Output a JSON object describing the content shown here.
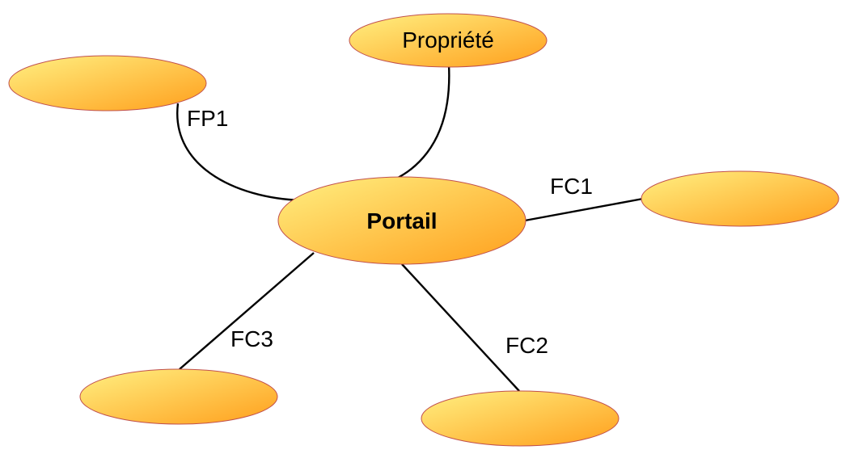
{
  "diagram": {
    "nodes": {
      "center": {
        "label": "Portail"
      },
      "top": {
        "label": "Propriété"
      },
      "top_left": {
        "label": ""
      },
      "right": {
        "label": ""
      },
      "bottom_left": {
        "label": ""
      },
      "bottom_right": {
        "label": ""
      }
    },
    "edges": {
      "fp1": {
        "label": "FP1"
      },
      "fc1": {
        "label": "FC1"
      },
      "fc2": {
        "label": "FC2"
      },
      "fc3": {
        "label": "FC3"
      }
    },
    "colors": {
      "fill_start": "#fff082",
      "fill_end": "#ff9f1c",
      "outline": "#c0504d",
      "line": "#000000"
    }
  }
}
